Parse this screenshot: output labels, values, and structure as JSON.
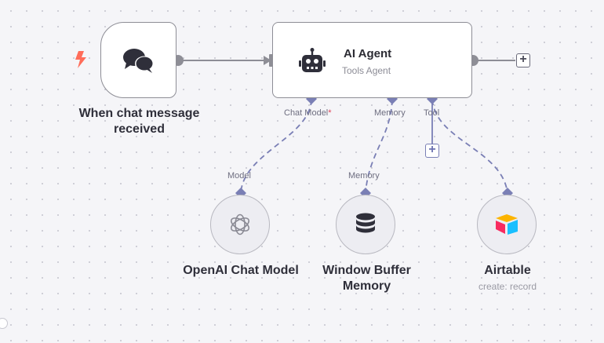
{
  "trigger": {
    "label_line1": "When chat message",
    "label_line2": "received",
    "icon": "chat-bubbles-icon",
    "badge_icon": "lightning-bolt-icon"
  },
  "agent": {
    "title": "AI Agent",
    "subtitle": "Tools Agent",
    "icon": "robot-icon",
    "ports": {
      "chat_model": "Chat Model",
      "chat_model_required": "*",
      "memory": "Memory",
      "tool": "Tool"
    }
  },
  "sub_nodes": [
    {
      "id": "openai",
      "port_label": "Model",
      "label_line1": "OpenAI Chat Model",
      "label_line2": "",
      "subtitle": "",
      "icon": "openai-icon"
    },
    {
      "id": "memory",
      "port_label": "Memory",
      "label_line1": "Window Buffer",
      "label_line2": "Memory",
      "subtitle": "",
      "icon": "database-icon"
    },
    {
      "id": "airtable",
      "port_label": "",
      "label_line1": "Airtable",
      "label_line2": "",
      "subtitle": "create: record",
      "icon": "airtable-icon"
    }
  ],
  "buttons": {
    "add_after_agent": "+",
    "add_tool": "+"
  },
  "colors": {
    "node_border": "#8e8e96",
    "connection": "#7a7fb5",
    "trigger_bolt": "#ff6d5a",
    "required_mark": "#e0455a"
  }
}
